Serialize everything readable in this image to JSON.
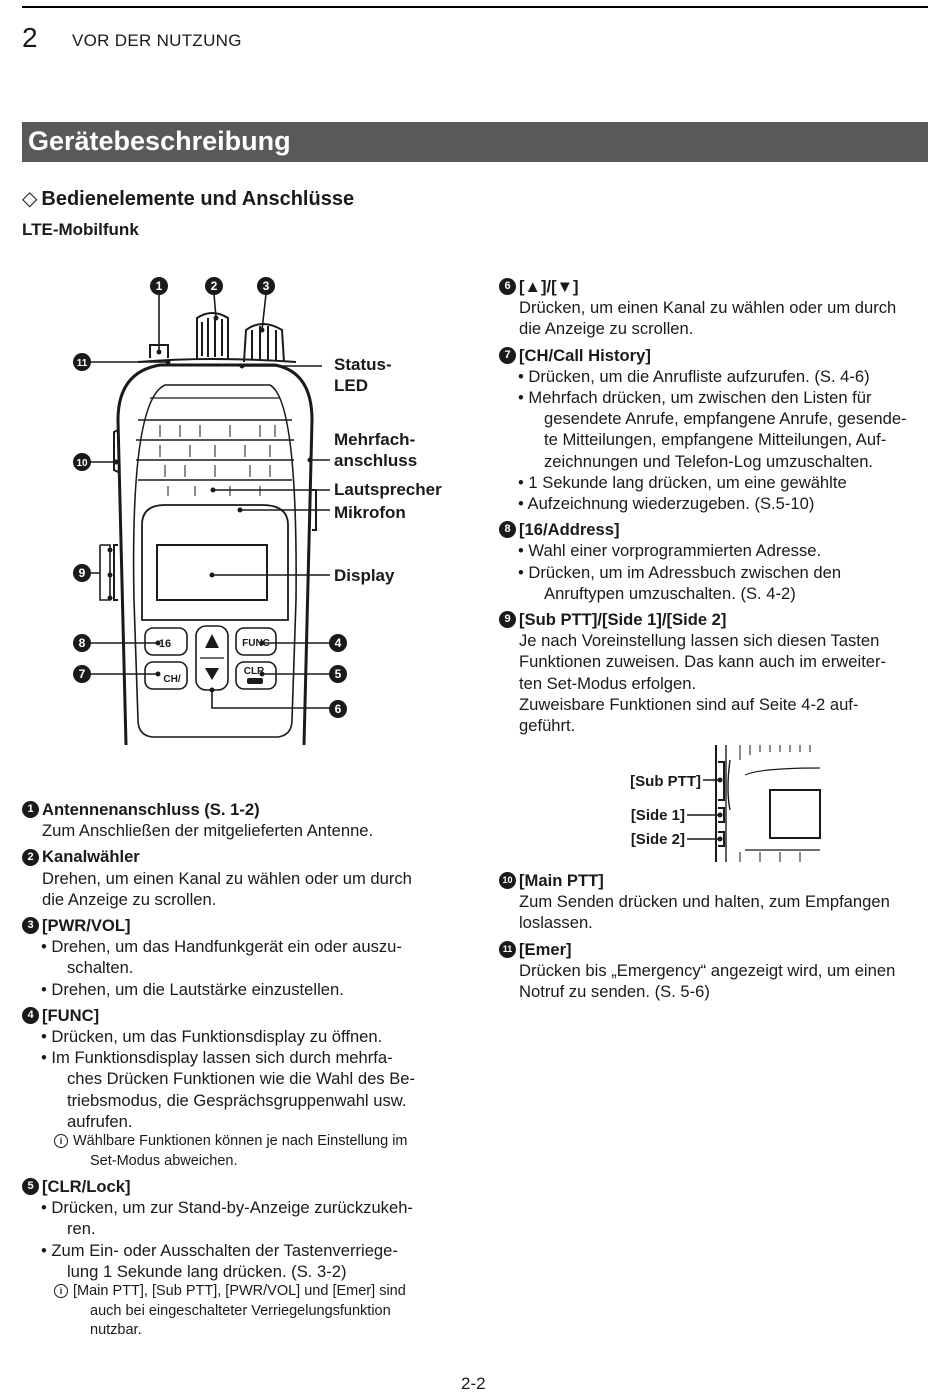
{
  "header": {
    "page_number": "2",
    "chapter": "VOR DER NUTZUNG"
  },
  "section_title": "Gerätebeschreibung",
  "subsection": {
    "symbol": "◇",
    "title": "Bedienelemente und Anschlüsse"
  },
  "device_heading": "LTE-Mobilfunk",
  "figure": {
    "callouts": [
      "1",
      "2",
      "3",
      "4",
      "5",
      "6",
      "7",
      "8",
      "9",
      "10",
      "11"
    ],
    "labels": {
      "status_led": [
        "Status-",
        "LED"
      ],
      "multi_connector": [
        "Mehrfach-",
        "anschluss"
      ],
      "speaker": "Lautsprecher",
      "microphone": "Mikrofon",
      "display": "Display"
    },
    "key_labels": {
      "func": "FUNC",
      "clr": "CLR",
      "ch": "CH/",
      "sixteen": "16"
    }
  },
  "side_figure": {
    "labels": [
      "[Sub PTT]",
      "[Side 1]",
      "[Side 2]"
    ]
  },
  "items": {
    "i1": {
      "num": "1",
      "title": "Antennenanschluss (S. 1-2)",
      "lines": [
        "Zum Anschließen der mitgelieferten Antenne."
      ]
    },
    "i2": {
      "num": "2",
      "title": "Kanalwähler",
      "lines": [
        "Drehen, um einen Kanal zu wählen oder um durch",
        "die Anzeige zu scrollen."
      ]
    },
    "i3": {
      "num": "3",
      "title": "[PWR/VOL]",
      "bullets": [
        [
          "Drehen, um das Handfunkgerät ein oder auszu-",
          "schalten."
        ],
        [
          "Drehen, um die Lautstärke einzustellen."
        ]
      ]
    },
    "i4": {
      "num": "4",
      "title": "[FUNC]",
      "bullets": [
        [
          "Drücken, um das Funktionsdisplay zu öffnen."
        ],
        [
          "Im Funktionsdisplay lassen sich durch mehrfa-",
          "ches Drücken Funktionen wie die Wahl des Be-",
          "triebsmodus, die Gesprächsgruppenwahl usw.",
          "aufrufen."
        ]
      ],
      "note": [
        "Wählbare Funktionen können je nach Einstellung im",
        "Set-Modus abweichen."
      ]
    },
    "i5": {
      "num": "5",
      "title": "[CLR/Lock]",
      "bullets": [
        [
          "Drücken, um zur Stand-by-Anzeige zurückzukeh-",
          "ren."
        ],
        [
          "Zum Ein- oder Ausschalten der Tastenverriege-",
          "lung 1 Sekunde lang drücken. (S. 3-2)"
        ]
      ],
      "note": [
        "[Main PTT], [Sub PTT], [PWR/VOL] und [Emer] sind",
        "auch bei eingeschalteter Verriegelungsfunktion",
        "nutzbar."
      ]
    },
    "i6": {
      "num": "6",
      "title": "[▲]/[▼]",
      "lines": [
        "Drücken, um einen Kanal zu wählen oder um durch",
        "die Anzeige zu scrollen."
      ]
    },
    "i7": {
      "num": "7",
      "title": "[CH/Call History]",
      "bullets": [
        [
          "Drücken, um die Anrufliste aufzurufen. (S. 4-6)"
        ],
        [
          "Mehrfach drücken, um zwischen den Listen für",
          "gesendete Anrufe, empfangene Anrufe, gesende-",
          "te Mitteilungen, empfangene Mitteilungen, Auf-",
          "zeichnungen und Telefon-Log umzuschalten."
        ],
        [
          "1 Sekunde lang drücken, um eine gewählte"
        ],
        [
          "Aufzeichnung wiederzugeben. (S.5-10)"
        ]
      ]
    },
    "i8": {
      "num": "8",
      "title": "[16/Address]",
      "bullets": [
        [
          "Wahl einer vorprogrammierten Adresse."
        ],
        [
          "Drücken, um im Adressbuch zwischen den",
          "Anruftypen umzuschalten. (S. 4-2)"
        ]
      ]
    },
    "i9": {
      "num": "9",
      "title": "[Sub PTT]/[Side 1]/[Side 2]",
      "lines": [
        "Je nach Voreinstellung lassen sich diesen Tasten",
        "Funktionen zuweisen. Das kann auch im erweiter-",
        "ten Set-Modus erfolgen.",
        "Zuweisbare Funktionen sind auf Seite 4-2 auf-",
        "geführt."
      ]
    },
    "i10": {
      "num": "10",
      "title": "[Main PTT]",
      "lines": [
        "Zum Senden drücken und halten, zum Empfangen",
        "loslassen."
      ]
    },
    "i11": {
      "num": "11",
      "title": "[Emer]",
      "lines": [
        "Drücken bis „Emergency“ angezeigt wird, um einen",
        "Notruf zu senden. (S. 5-6)"
      ]
    }
  },
  "footer": {
    "page": "2-2"
  }
}
